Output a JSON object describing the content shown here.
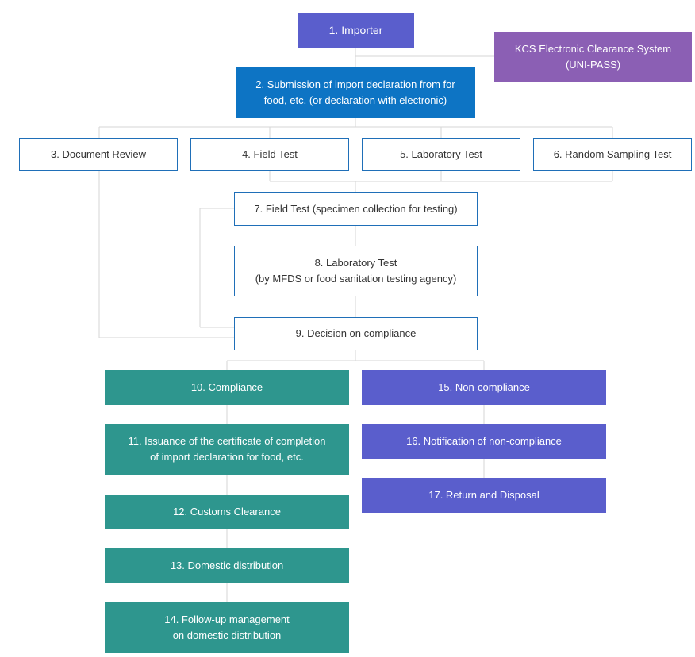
{
  "steps": {
    "s1": "1. Importer",
    "kcs_line1": "KCS Electronic Clearance System",
    "kcs_line2": "(UNI-PASS)",
    "s2_line1": "2. Submission of import declaration from for",
    "s2_line2": "food, etc. (or declaration with electronic)",
    "s3": "3. Document Review",
    "s4": "4. Field Test",
    "s5": "5. Laboratory Test",
    "s6": "6. Random Sampling Test",
    "s7": "7. Field Test (specimen collection for testing)",
    "s8_line1": "8. Laboratory Test",
    "s8_line2": "(by MFDS or food sanitation testing agency)",
    "s9": "9. Decision on compliance",
    "s10": "10. Compliance",
    "s11_line1": "11. Issuance of the certificate of completion",
    "s11_line2": "of import declaration for food, etc.",
    "s12": "12. Customs Clearance",
    "s13": "13. Domestic distribution",
    "s14_line1": "14. Follow-up management",
    "s14_line2": "on domestic distribution",
    "s15": "15. Non-compliance",
    "s16": "16. Notification of non-compliance",
    "s17": "17. Return and Disposal"
  },
  "colors": {
    "importer": "#5a5ecc",
    "kcs": "#8b5fb4",
    "submission": "#0d74c4",
    "outline_border": "#1f6fb8",
    "compliance": "#2e968e",
    "non_compliance": "#5a5ecc",
    "connector": "#d6d6d6"
  }
}
